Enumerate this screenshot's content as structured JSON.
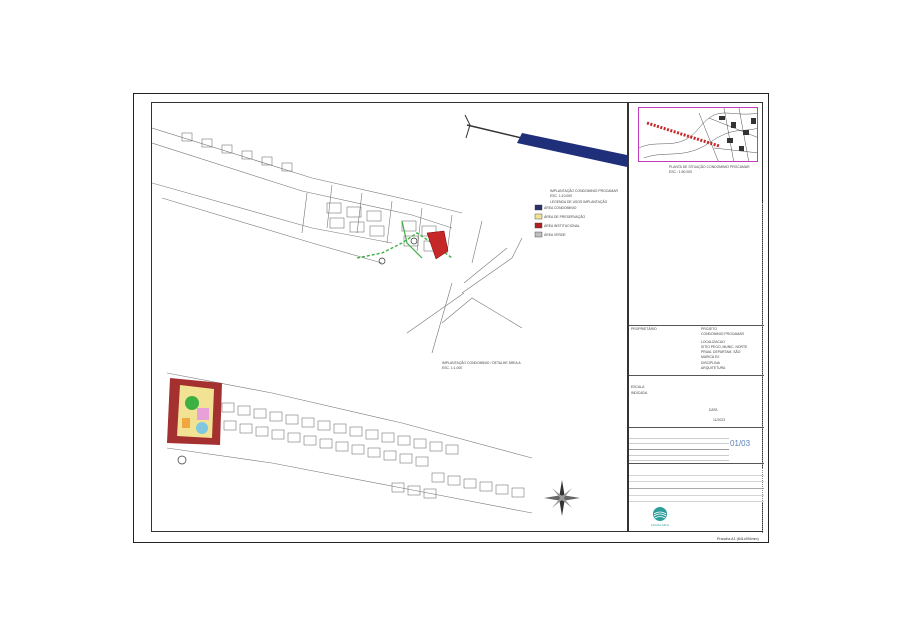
{
  "title_block": {
    "project_label": "PROJETO",
    "project_name": "CONDOMINIO PROCAMAR",
    "location_label": "LOCALIZACAO",
    "location_lines": [
      "SITIO PEGO, MUNIC. NORTE",
      "PRAIA, DEPARTAM. SÃO",
      "MARICÁ RJ"
    ],
    "discipline_label": "DISCIPLINA",
    "discipline": "ARQUITETURA",
    "scale_label": "ESCALA",
    "scale": "INDICADA",
    "date_label": "DATA",
    "date": "11/2023",
    "sheet_number": "01/03",
    "owner_label": "PROPRIETÁRIO",
    "logo_text": "LAGOA AZUL",
    "prancha": "Prancha A1 (841x594mm)"
  },
  "drawing": {
    "plan_title": "IMPLANTAÇÃO CONDOMINIO PROCAMAR",
    "plan_scale": "ESC. 1:10.000",
    "legend_title": "LEGENDA DE USOS IMPLANTAÇÃO",
    "legend_items": [
      {
        "label": "ÁREA CONDOMINIO",
        "color": "#2b2f6b"
      },
      {
        "label": "ÁREA DE PRESERVAÇÃO",
        "color": "#f2e394"
      },
      {
        "label": "ÁREA INSTITUCIONAL",
        "color": "#b22222"
      },
      {
        "label": "ÁREA VERDE",
        "color": "#bfbfbf"
      }
    ],
    "location_title": "PLANTA DE SITUAÇÃO CONDOMINIO PROCAMAR",
    "location_scale": "ESC.: 1:50.000",
    "detail_title": "IMPLANTAÇÃO CONDOMINIO / DETALHE ÁREA A",
    "detail_scale": "ESC. 1:1.000"
  },
  "colors": {
    "lot_line": "#6a6a6a",
    "green_path": "#3cb043",
    "red_area": "#c62828",
    "navy_strip": "#1f2f7a",
    "magenta_frame": "#c03cc0"
  }
}
